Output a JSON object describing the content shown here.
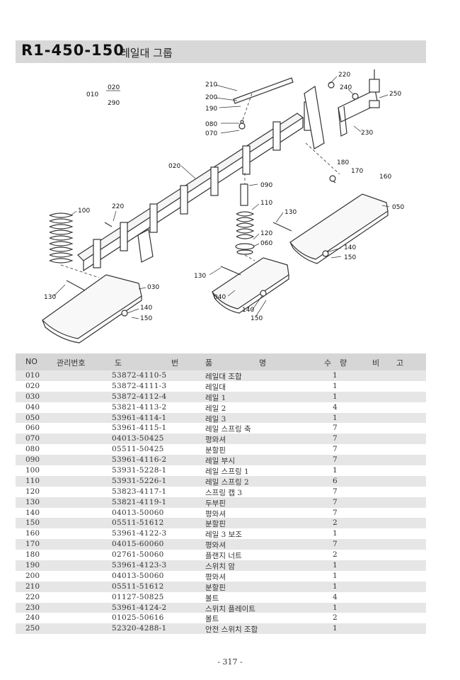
{
  "header": {
    "code": "R1-450-150",
    "title": "레일대 그룹"
  },
  "diagram": {
    "callouts": [
      "010",
      "020",
      "290",
      "210",
      "200",
      "190",
      "080",
      "070",
      "220",
      "240",
      "250",
      "230",
      "020",
      "180",
      "170",
      "160",
      "090",
      "050",
      "100",
      "220",
      "110",
      "130",
      "120",
      "060",
      "140",
      "150",
      "130",
      "040",
      "030",
      "130",
      "140",
      "150",
      "140",
      "150"
    ]
  },
  "table": {
    "headers": {
      "no": "NO",
      "mgmt": "관리번호",
      "part1": "도",
      "part2": "번",
      "name1": "품",
      "name2": "명",
      "qty1": "수",
      "qty2": "량",
      "note1": "비",
      "note2": "고"
    },
    "rows": [
      {
        "no": "010",
        "part": "53872-4110-5",
        "name": "레일대 조합",
        "qty": "1"
      },
      {
        "no": "020",
        "part": "53872-4111-3",
        "name": "레일대",
        "qty": "1"
      },
      {
        "no": "030",
        "part": "53872-4112-4",
        "name": "레일 1",
        "qty": "1"
      },
      {
        "no": "040",
        "part": "53821-4113-2",
        "name": "레일 2",
        "qty": "4"
      },
      {
        "no": "050",
        "part": "53961-4114-1",
        "name": "레일 3",
        "qty": "1"
      },
      {
        "no": "060",
        "part": "53961-4115-1",
        "name": "레일 스프링 축",
        "qty": "7"
      },
      {
        "no": "070",
        "part": "04013-50425",
        "name": "평와셔",
        "qty": "7"
      },
      {
        "no": "080",
        "part": "05511-50425",
        "name": "분할핀",
        "qty": "7"
      },
      {
        "no": "090",
        "part": "53961-4116-2",
        "name": "레일 부시",
        "qty": "7"
      },
      {
        "no": "100",
        "part": "53931-5228-1",
        "name": "레일 스프링 1",
        "qty": "1"
      },
      {
        "no": "110",
        "part": "53931-5226-1",
        "name": "레일 스프링 2",
        "qty": "6"
      },
      {
        "no": "120",
        "part": "53823-4117-1",
        "name": "스프링 캡 3",
        "qty": "7"
      },
      {
        "no": "130",
        "part": "53821-4119-1",
        "name": "두부핀",
        "qty": "7"
      },
      {
        "no": "140",
        "part": "04013-50060",
        "name": "평와셔",
        "qty": "7"
      },
      {
        "no": "150",
        "part": "05511-51612",
        "name": "분할핀",
        "qty": "2"
      },
      {
        "no": "160",
        "part": "53961-4122-3",
        "name": "레일 3 보조",
        "qty": "1"
      },
      {
        "no": "170",
        "part": "04015-60060",
        "name": "평와셔",
        "qty": "7"
      },
      {
        "no": "180",
        "part": "02761-50060",
        "name": "플랜지 너트",
        "qty": "2"
      },
      {
        "no": "190",
        "part": "53961-4123-3",
        "name": "스위치 암",
        "qty": "1"
      },
      {
        "no": "200",
        "part": "04013-50060",
        "name": "평와셔",
        "qty": "1"
      },
      {
        "no": "210",
        "part": "05511-51612",
        "name": "분할핀",
        "qty": "1"
      },
      {
        "no": "220",
        "part": "01127-50825",
        "name": "볼트",
        "qty": "4"
      },
      {
        "no": "230",
        "part": "53961-4124-2",
        "name": "스위치 플레이트",
        "qty": "1"
      },
      {
        "no": "240",
        "part": "01025-50616",
        "name": "볼트",
        "qty": "2"
      },
      {
        "no": "250",
        "part": "52320-4288-1",
        "name": "안전 스위치 조합",
        "qty": "1"
      }
    ]
  },
  "footer": {
    "page": "- 317 -"
  }
}
